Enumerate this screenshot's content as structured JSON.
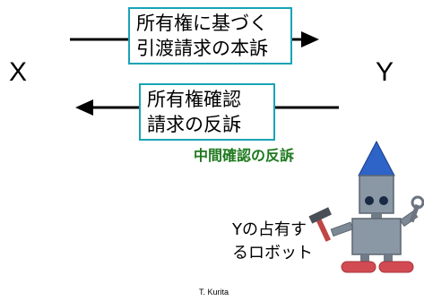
{
  "parties": {
    "left": "X",
    "right": "Y"
  },
  "main_claim": {
    "line1": "所有権に基づく",
    "line2": "引渡請求の本訴"
  },
  "counter_claim": {
    "line1": "所有権確認",
    "line2": "請求の反訴"
  },
  "interim_claim": "中間確認の反訴",
  "robot_caption": {
    "line1": "Yの占有す",
    "line2": "るロボット"
  },
  "footer": "T. Kurita",
  "colors": {
    "box_border": "#19a3b6",
    "green_text": "#1f7a1f",
    "robot_head": "#2e63c7",
    "robot_body": "#8a97a4",
    "robot_feet": "#d24b52"
  }
}
